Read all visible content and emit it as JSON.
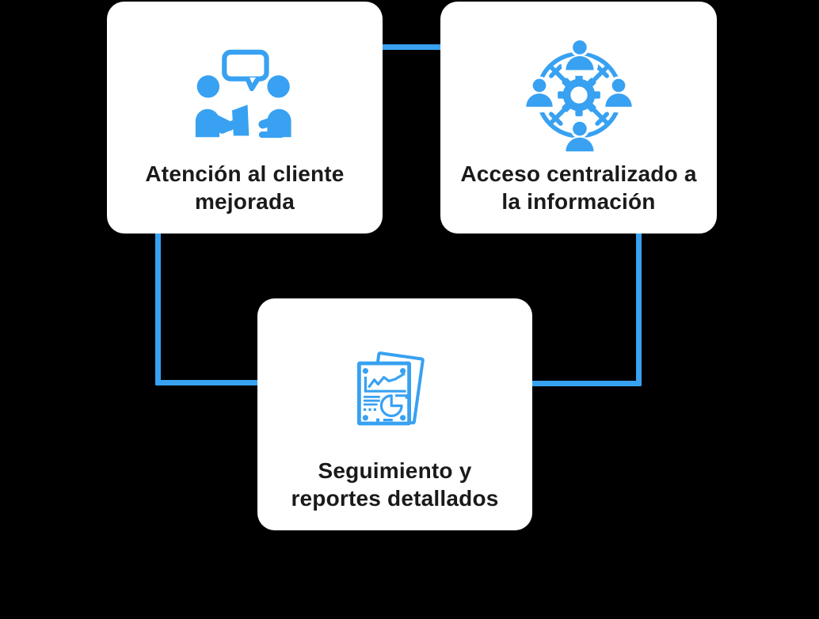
{
  "colors": {
    "background": "#000000",
    "accent": "#38A1F2",
    "card_background": "#ffffff",
    "text": "#1a1a1a"
  },
  "cards": [
    {
      "id": "card-1",
      "icon": "customer-conversation-icon",
      "line1": "Atención al cliente",
      "line2": "mejorada",
      "label": "Atención al cliente mejorada"
    },
    {
      "id": "card-2",
      "icon": "centralized-team-network-icon",
      "line1": "Acceso centralizado a",
      "line2": "la información",
      "label": "Acceso centralizado a la información"
    },
    {
      "id": "card-3",
      "icon": "report-charts-icon",
      "line1": "Seguimiento y",
      "line2": "reportes detallados",
      "label": "Seguimiento y reportes detallados"
    }
  ],
  "connectors": [
    {
      "from": "card-1",
      "to": "card-2",
      "shape": "horizontal-line"
    },
    {
      "from": "card-1",
      "to": "card-3",
      "shape": "elbow-down-right"
    },
    {
      "from": "card-2",
      "to": "card-3",
      "shape": "elbow-down-left"
    }
  ]
}
